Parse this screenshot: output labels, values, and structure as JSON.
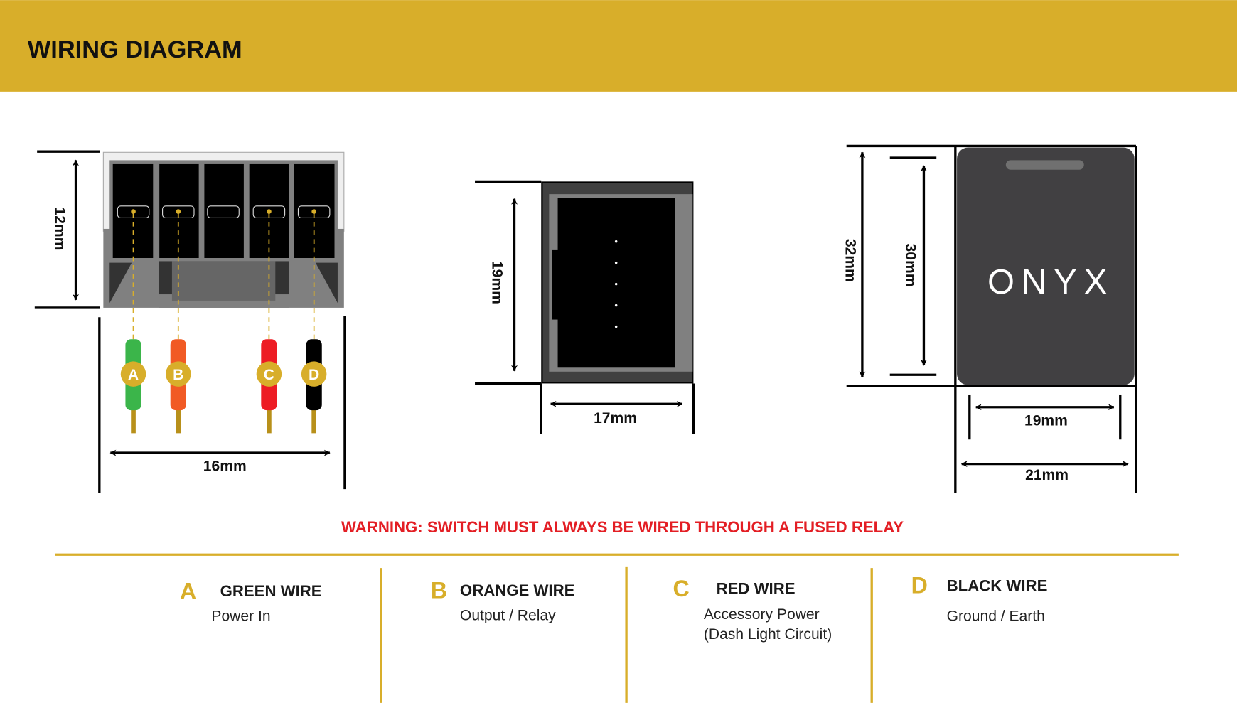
{
  "header": {
    "title": "WIRING DIAGRAM"
  },
  "colors": {
    "gold": "#D8AE2A",
    "warning": "#E31E24",
    "green": "#3BB54A",
    "orange": "#F15A24",
    "red": "#ED1C24",
    "black": "#000000",
    "device": "#414042"
  },
  "connector": {
    "height_label": "12mm",
    "width_label": "16mm",
    "wires": [
      {
        "letter": "A",
        "color": "#3BB54A"
      },
      {
        "letter": "B",
        "color": "#F15A24"
      },
      {
        "letter": "C",
        "color": "#ED1C24"
      },
      {
        "letter": "D",
        "color": "#000000"
      }
    ]
  },
  "socket": {
    "height_label": "19mm",
    "width_label": "17mm"
  },
  "device": {
    "brand": "ONYX",
    "outer_height_label": "32mm",
    "inner_height_label": "30mm",
    "inner_width_label": "19mm",
    "outer_width_label": "21mm"
  },
  "warning": "WARNING: SWITCH MUST ALWAYS BE WIRED THROUGH A FUSED RELAY",
  "legend": [
    {
      "letter": "A",
      "title": "GREEN WIRE",
      "lines": [
        "Power In"
      ]
    },
    {
      "letter": "B",
      "title": "ORANGE WIRE",
      "lines": [
        "Output / Relay"
      ]
    },
    {
      "letter": "C",
      "title": "RED WIRE",
      "lines": [
        "Accessory Power",
        "(Dash Light Circuit)"
      ]
    },
    {
      "letter": "D",
      "title": "BLACK WIRE",
      "lines": [
        "Ground / Earth"
      ]
    }
  ]
}
